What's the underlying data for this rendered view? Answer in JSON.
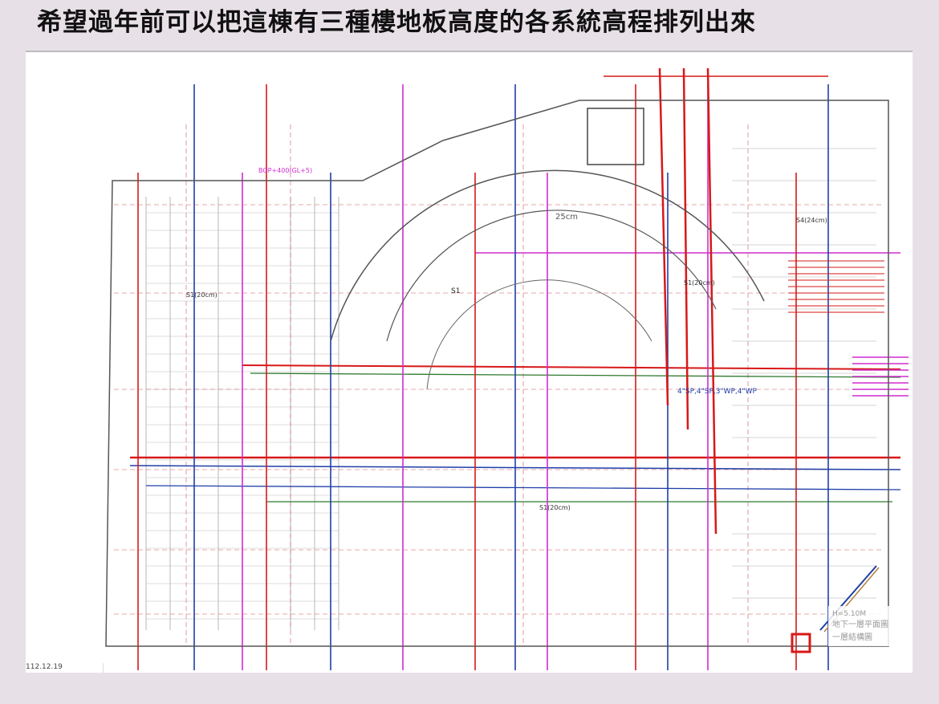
{
  "slide": {
    "title": "希望過年前可以把這棟有三種樓地板高度的各系統高程排列出來"
  },
  "drawing": {
    "date_stamp": "112.12.19",
    "labels": {
      "stair_height": "25cm",
      "zone_s1": "S1",
      "pipe_group": "4\"SP,4\"SP,3\"WP,4\"WP",
      "legend_line1": "H=5.10M",
      "legend_line2": "地下一層平面圖",
      "legend_line3": "一層結構圖",
      "room_s4": "S4(24cm)",
      "room_s1a": "S1(20cm)",
      "room_s1b": "S1(20cm)",
      "room_s1c": "S1(20cm)",
      "bop_note": "BOP+400(GL+5)"
    },
    "colors": {
      "structure": "#555555",
      "drain": "#d81818",
      "water": "#1f3fa8",
      "sprinkler": "#d02bd0",
      "vent": "#2f7a2f",
      "cyan": "#1aa0a0"
    }
  }
}
